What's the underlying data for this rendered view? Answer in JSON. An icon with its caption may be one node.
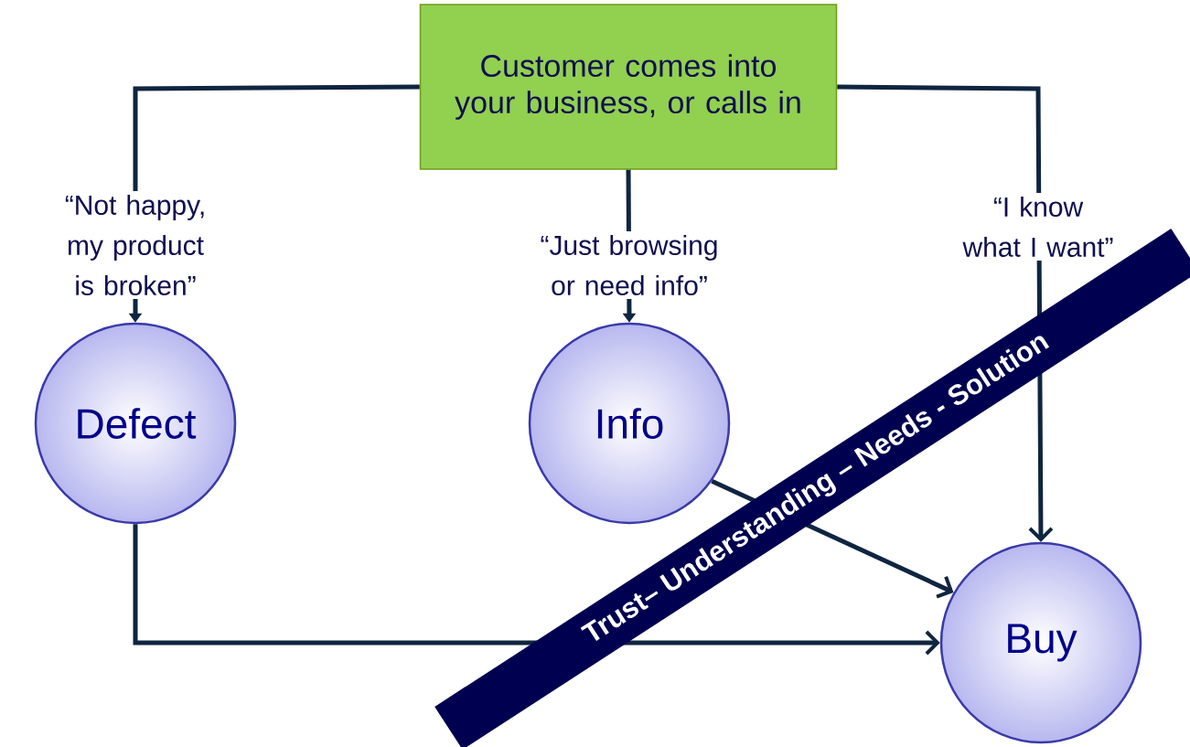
{
  "diagram": {
    "nodes": [
      {
        "text": [
          "Customer comes into your business, or calls in"
        ]
      },
      {
        "text": [
          "Defect"
        ]
      },
      {
        "text": [
          "Info"
        ]
      },
      {
        "text": [
          "Buy"
        ]
      }
    ],
    "edges": [
      {
        "from": 0,
        "to": 1,
        "arrow": "to",
        "label": "“Not happy, my product is broken”"
      },
      {
        "from": 0,
        "to": 2,
        "arrow": "to",
        "label": "“Just browsing or need info”"
      },
      {
        "from": 0,
        "to": 3,
        "arrow": "to",
        "label": "“I know what I want”"
      },
      {
        "from": 2,
        "to": 3,
        "arrow": "to"
      },
      {
        "from": 1,
        "to": 3,
        "arrow": "to"
      }
    ],
    "labels": [
      "Trust– Understanding – Needs - Solution"
    ]
  }
}
